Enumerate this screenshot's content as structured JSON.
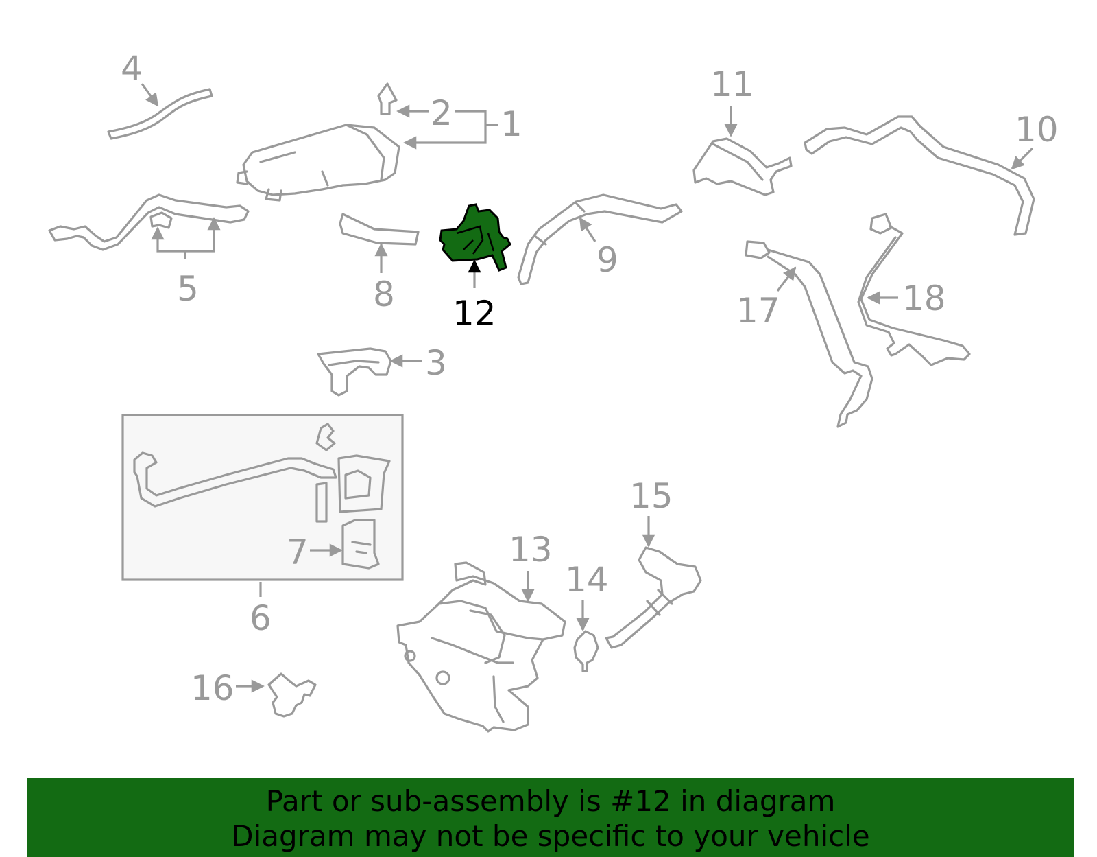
{
  "diagram": {
    "highlight_color": "#136b13",
    "line_color": "#9a9a9a",
    "highlighted_part": "12",
    "labels": {
      "p1": "1",
      "p2": "2",
      "p3": "3",
      "p4": "4",
      "p5": "5",
      "p6": "6",
      "p7": "7",
      "p8": "8",
      "p9": "9",
      "p10": "10",
      "p11": "11",
      "p12": "12",
      "p13": "13",
      "p14": "14",
      "p15": "15",
      "p16": "16",
      "p17": "17",
      "p18": "18"
    }
  },
  "banner": {
    "line1": "Part or sub-assembly is #12 in diagram",
    "line2": "Diagram may not be specific to your vehicle",
    "background": "#136b13"
  }
}
